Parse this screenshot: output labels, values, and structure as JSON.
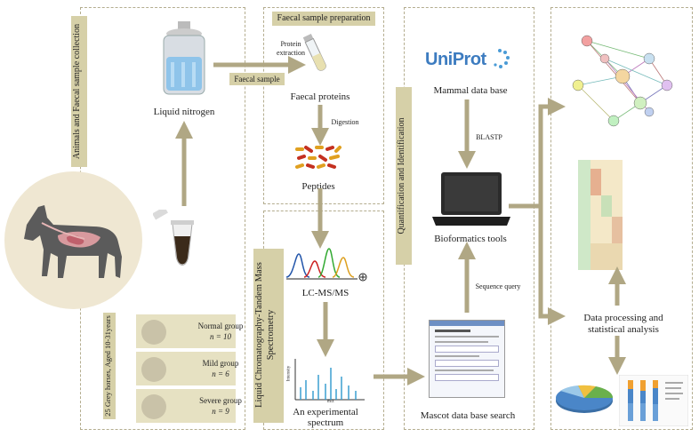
{
  "panels": {
    "collection_title": "Animals and Faecal sample collection",
    "prep_title": "Faecal sample preparation",
    "lcms_title": "Liquid Chromatography-Tandem Mass Spectrometry",
    "quant_title": "Quantification and Identification"
  },
  "collection": {
    "liquid_nitrogen": "Liquid nitrogen",
    "faecal_sample": "Faecal sample",
    "horses_note": "25 Grey horses, Aged 10-31years",
    "groups": [
      {
        "name": "Normal group",
        "n": "n = 10"
      },
      {
        "name": "Mild group",
        "n": "n = 6"
      },
      {
        "name": "Severe group",
        "n": "n = 9"
      }
    ]
  },
  "prep": {
    "protein_extraction_1": "Protein",
    "protein_extraction_2": "extraction",
    "faecal_proteins": "Faecal proteins",
    "digestion": "Digestion",
    "peptides": "Peptides"
  },
  "lcms": {
    "lcms_label": "LC-MS/MS",
    "spectrum_1": "An experimental",
    "spectrum_2": "spectrum",
    "intensity": "Intensity",
    "mz": "m/z"
  },
  "quant": {
    "uniprot": "UniProt",
    "mammal_db": "Mammal data base",
    "blastp": "BLASTP",
    "bio_tools": "Bioformatics tools",
    "sequence_query": "Sequence query",
    "mascot": "Mascot data base search"
  },
  "analysis": {
    "data_processing_1": "Data processing and",
    "data_processing_2": "statistical analysis"
  },
  "colors": {
    "arrow": "#b0a784",
    "band": "#d6d0a8",
    "group_bg": "#e6e1c2",
    "uniprot_blue": "#3d7cc0"
  }
}
